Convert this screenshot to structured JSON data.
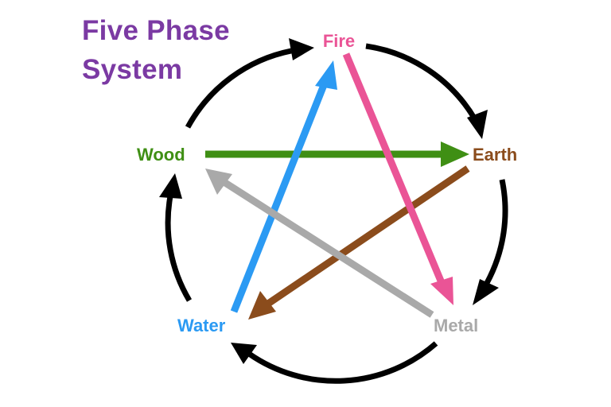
{
  "title": {
    "line1": "Five Phase",
    "line2": "System"
  },
  "phases": {
    "fire": "Fire",
    "earth": "Earth",
    "metal": "Metal",
    "water": "Water",
    "wood": "Wood"
  },
  "colors": {
    "title": "#7b3aa3",
    "fire": "#ea5496",
    "earth": "#8b4c1c",
    "metal": "#a9a9a9",
    "water": "#2b9af3",
    "wood": "#3f8f14",
    "cycle": "#000000"
  },
  "generating_cycle": [
    "Fire",
    "Earth",
    "Metal",
    "Water",
    "Wood"
  ],
  "controlling_cycle": [
    {
      "from": "Wood",
      "to": "Earth",
      "color_key": "wood"
    },
    {
      "from": "Earth",
      "to": "Water",
      "color_key": "earth"
    },
    {
      "from": "Water",
      "to": "Fire",
      "color_key": "water"
    },
    {
      "from": "Fire",
      "to": "Metal",
      "color_key": "fire"
    },
    {
      "from": "Metal",
      "to": "Wood",
      "color_key": "metal"
    }
  ]
}
